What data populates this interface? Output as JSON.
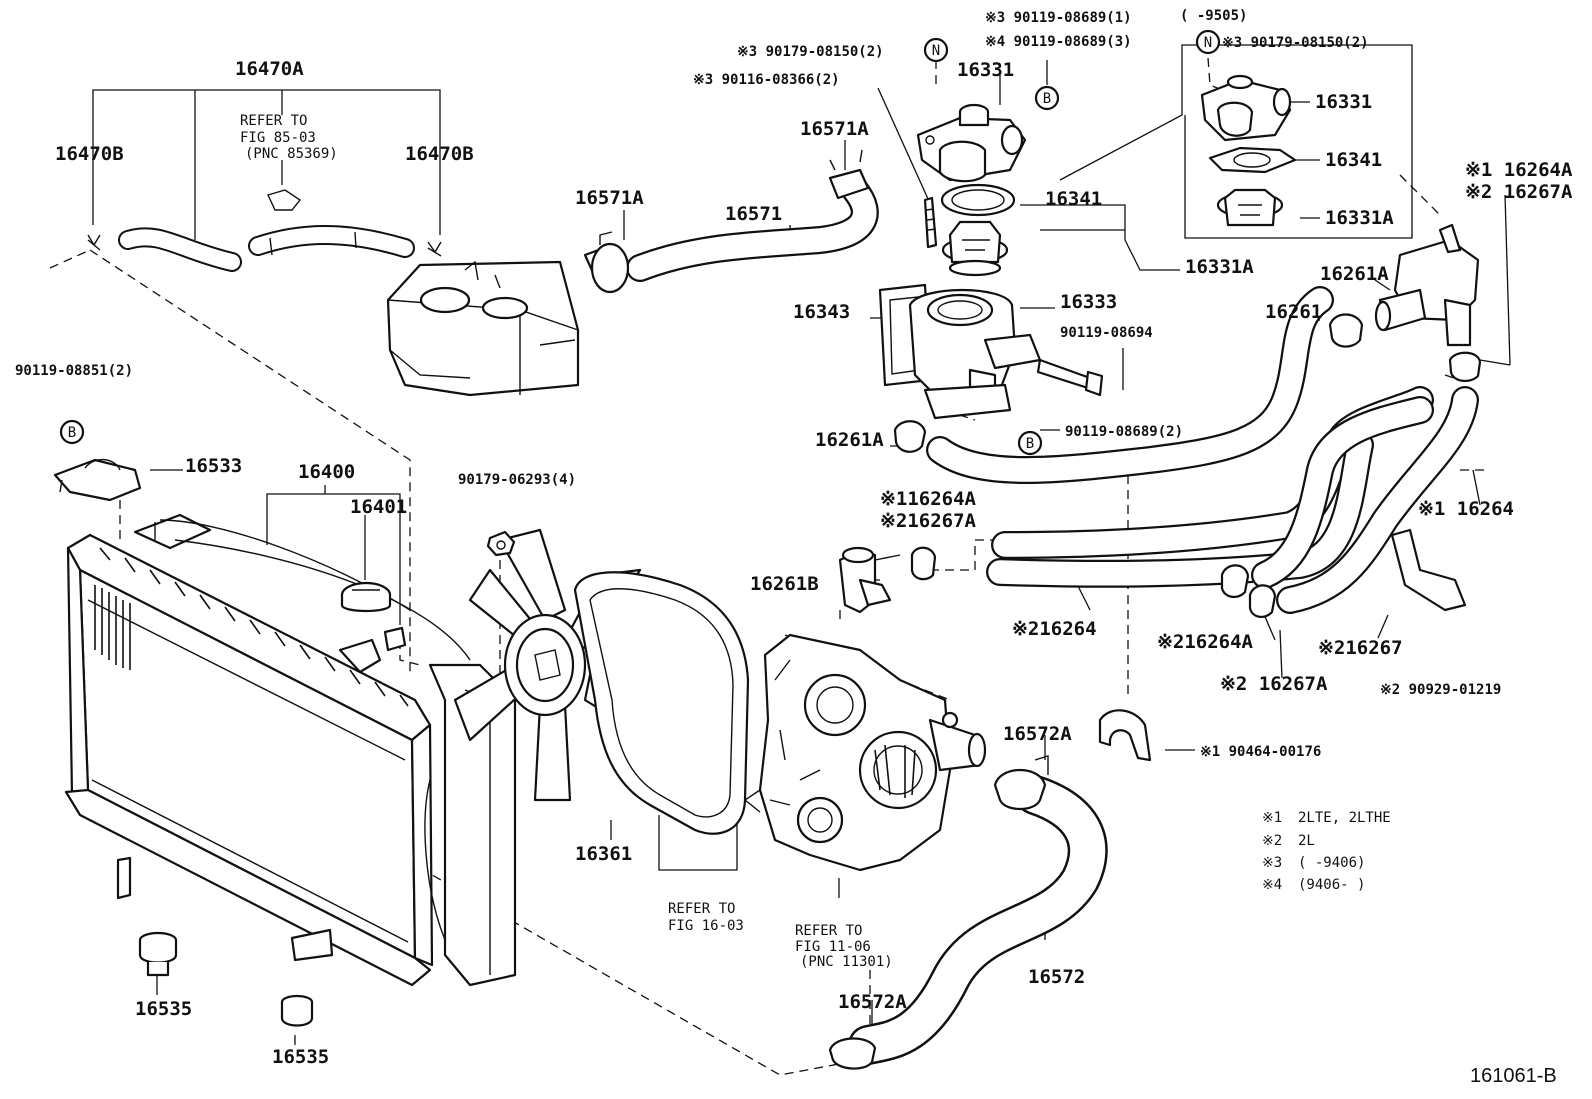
{
  "diagram_id": "161061-B",
  "header": {
    "supersession_top_1": "※3  90119-08689(1)",
    "supersession_range": "(     -9505)",
    "supersession_top_2": "※4  90119-08689(3)",
    "n_label_main": "※3 90179-08150(2)",
    "bolt_main": "※3 90116-08366(2)"
  },
  "callouts": {
    "c16470A": "16470A",
    "c16470B_left": "16470B",
    "c16470B_right": "16470B",
    "refer_8503_line1": "REFER TO",
    "refer_8503_line2": "FIG 85-03",
    "refer_8503_line3": "(PNC 85369)",
    "c90119_08851": "90119-08851(2)",
    "c16533": "16533",
    "c16400": "16400",
    "c16401": "16401",
    "c16535_a": "16535",
    "c16535_b": "16535",
    "c16571A_top": "16571A",
    "c16571A_left": "16571A",
    "c16571": "16571",
    "c16331_main": "16331",
    "c16341_main": "16341",
    "c16331A_main": "16331A",
    "c16343": "16343",
    "c16333": "16333",
    "c90119_08694": "90119-08694",
    "c90119_08689_2": "90119-08689(2)",
    "c16261A_left": "16261A",
    "c16261A_right": "16261A",
    "c16261": "16261",
    "c90179_06293": "90179-06293(4)",
    "c16261B": "16261B",
    "c16361": "16361",
    "refer_1603_line1": "REFER TO",
    "refer_1603_line2": "FIG 16-03",
    "refer_1106_line1": "REFER TO",
    "refer_1106_line2": "FIG 11-06",
    "refer_1106_line3": "(PNC 11301)",
    "c16572A_top": "16572A",
    "c16572A_bottom": "16572A",
    "c16572": "16572",
    "inset_n_label": "※3 90179-08150(2)",
    "inset_16331": "16331",
    "inset_16341": "16341",
    "inset_16331A": "16331A",
    "c1_16264A_right": "※1 16264A",
    "c2_16267A_right": "※2 16267A",
    "c1_16264_right": "※1 16264",
    "c1_16264A_mid": "※116264A",
    "c2_16267A_mid": "※216267A",
    "c2_16264": "※216264",
    "c2_16264A": "※216264A",
    "c2_16267": "※216267",
    "c2_16267A": "※2 16267A",
    "c2_90929": "※2  90929-01219",
    "c1_90464": "※1 90464-00176",
    "b_marker": "B",
    "n_marker": "N"
  },
  "legend": [
    {
      "key": "※1",
      "text": "2LTE, 2LTHE"
    },
    {
      "key": "※2",
      "text": "2L"
    },
    {
      "key": "※3",
      "text": "(      -9406)"
    },
    {
      "key": "※4",
      "text": "(9406-      )"
    }
  ]
}
